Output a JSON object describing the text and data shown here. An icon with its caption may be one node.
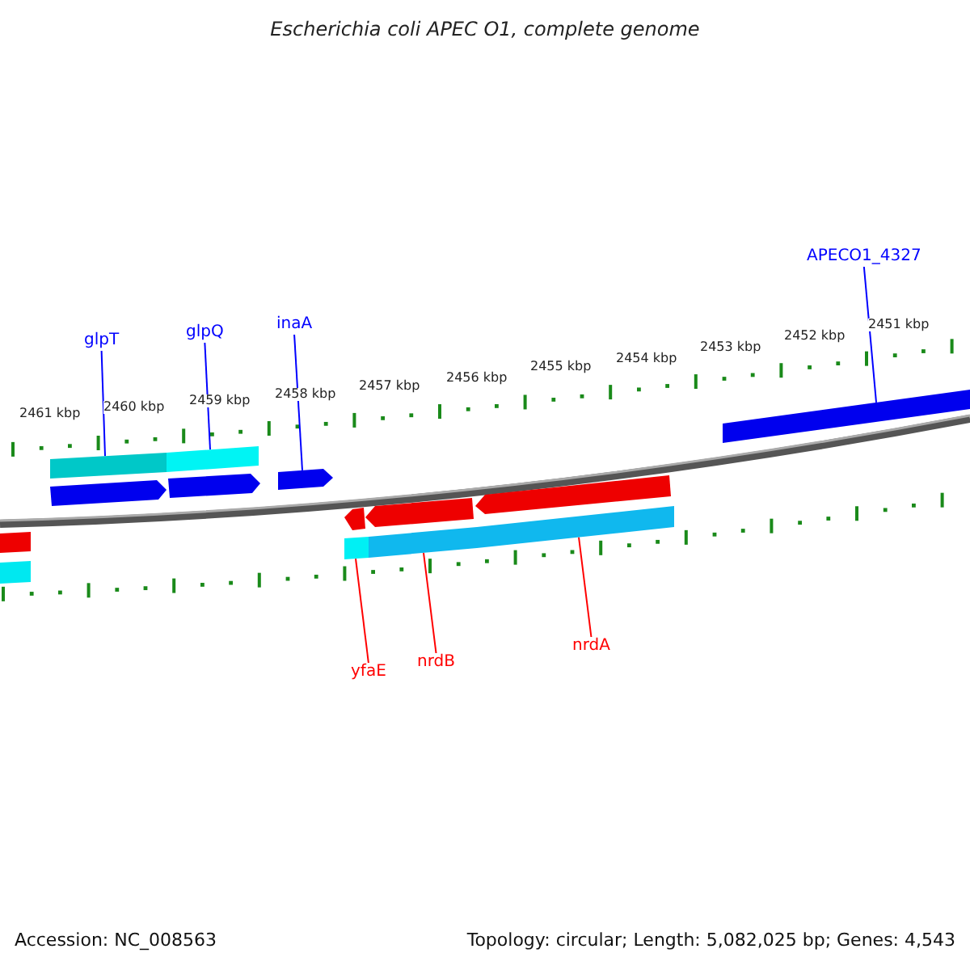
{
  "diagram": {
    "title": "Escherichia coli APEC O1, complete genome",
    "nodes": [
      {
        "text": [
          "glpT"
        ]
      },
      {
        "text": [
          "glpQ"
        ]
      },
      {
        "text": [
          "inaA"
        ]
      },
      {
        "text": [
          "APECO1_4327"
        ]
      },
      {
        "text": [
          "yfaE"
        ]
      },
      {
        "text": [
          "nrdB"
        ]
      },
      {
        "text": [
          "nrdA"
        ]
      },
      {
        "text": [],
        "shape": "bar"
      },
      {
        "text": [],
        "shape": "bar"
      },
      {
        "text": [],
        "shape": "arrow"
      },
      {
        "text": [],
        "shape": "bar"
      },
      {
        "text": [],
        "shape": "bar"
      },
      {
        "text": [],
        "shape": "bar"
      },
      {
        "text": [],
        "shape": "bar"
      }
    ],
    "edges": [
      {
        "from": 0,
        "to": 7,
        "arrow": "none",
        "color": "#0000ff"
      },
      {
        "from": 1,
        "to": 8,
        "arrow": "none",
        "color": "#0000ff"
      },
      {
        "from": 2,
        "to": 9,
        "arrow": "none",
        "color": "#0000ff"
      },
      {
        "from": 3,
        "to": 10,
        "arrow": "none",
        "color": "#0000ff"
      },
      {
        "from": 4,
        "to": 11,
        "arrow": "none",
        "color": "#ff0000"
      },
      {
        "from": 5,
        "to": 12,
        "arrow": "none",
        "color": "#ff0000"
      },
      {
        "from": 6,
        "to": 13,
        "arrow": "none",
        "color": "#ff0000"
      }
    ],
    "labels": [
      "2461 kbp",
      "2460 kbp",
      "2459 kbp",
      "2458 kbp",
      "2457 kbp",
      "2456 kbp",
      "2455 kbp",
      "2454 kbp",
      "2453 kbp",
      "2452 kbp",
      "2451 kbp",
      "Accession: NC_008563",
      "Topology: circular; Length: 5,082,025 bp; Genes: 4,543"
    ]
  }
}
